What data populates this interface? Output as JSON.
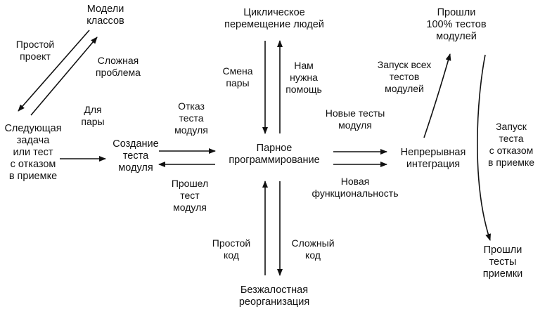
{
  "nodes": {
    "class_models": "Модели\nклассов",
    "next_task": "Следующая\nзадача\nили тест\nс отказом\nв приемке",
    "create_test": "Создание\nтеста\nмодуля",
    "pair_programming": "Парное\nпрограммирование",
    "people_rotation": "Циклическое\nперемещение людей",
    "ruthless_refactoring": "Безжалостная\nреорганизация",
    "continuous_integration": "Непрерывная\nинтеграция",
    "unit_tests_passed": "Прошли\n100% тестов\nмодулей",
    "acceptance_passed": "Прошли\nтесты\nприемки"
  },
  "edges": {
    "simple_project": "Простой\nпроект",
    "complex_problem": "Сложная\nпроблема",
    "for_pair": "Для\nпары",
    "unit_test_failed": "Отказ\nтеста\nмодуля",
    "unit_test_passed": "Прошел\nтест\nмодуля",
    "pair_change": "Смена\nпары",
    "need_help": "Нам\nнужна\nпомощь",
    "new_unit_tests": "Новые тесты\nмодуля",
    "new_functionality": "Новая\nфункциональность",
    "run_all_tests": "Запуск всех\nтестов\nмодулей",
    "run_failed_acceptance": "Запуск\nтеста\nс отказом\nв приемке",
    "simple_code": "Простой\nкод",
    "complex_code": "Сложный\nкод"
  },
  "colors": {
    "ink": "#111111",
    "background": "#ffffff"
  }
}
